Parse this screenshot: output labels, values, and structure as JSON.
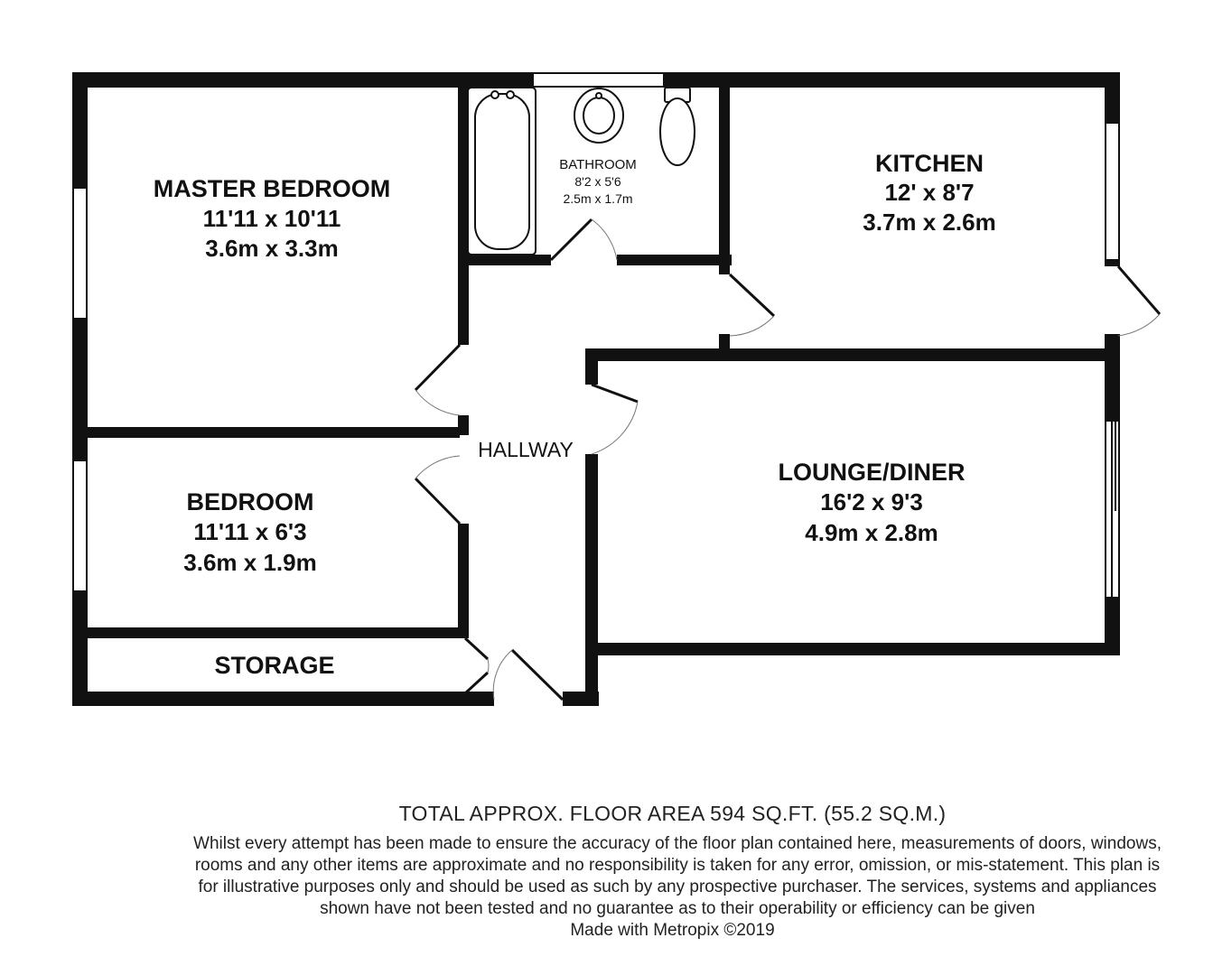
{
  "rooms": {
    "master_bedroom": {
      "name": "MASTER BEDROOM",
      "imperial": "11'11 x 10'11",
      "metric": "3.6m x 3.3m"
    },
    "bathroom": {
      "name": "BATHROOM",
      "imperial": "8'2 x 5'6",
      "metric": "2.5m x 1.7m"
    },
    "kitchen": {
      "name": "KITCHEN",
      "imperial": "12' x 8'7",
      "metric": "3.7m x 2.6m"
    },
    "hallway": {
      "name": "HALLWAY"
    },
    "bedroom": {
      "name": "BEDROOM",
      "imperial": "11'11 x 6'3",
      "metric": "3.6m x 1.9m"
    },
    "lounge_diner": {
      "name": "LOUNGE/DINER",
      "imperial": "16'2 x 9'3",
      "metric": "4.9m x 2.8m"
    },
    "storage": {
      "name": "STORAGE"
    }
  },
  "footer": {
    "total_area": "TOTAL APPROX. FLOOR AREA 594 SQ.FT. (55.2 SQ.M.)",
    "disclaimer": "Whilst every attempt has been made to ensure the accuracy of the floor plan contained here, measurements of doors, windows, rooms and any other items are approximate and no responsibility is taken for any error, omission, or mis-statement. This plan is for illustrative purposes only and should be used as such by any prospective purchaser. The services, systems and appliances shown have not been tested and no guarantee as to their operability or efficiency can be given",
    "credit": "Made with Metropix ©2019"
  },
  "colors": {
    "wall": "#111111",
    "background": "#ffffff"
  }
}
